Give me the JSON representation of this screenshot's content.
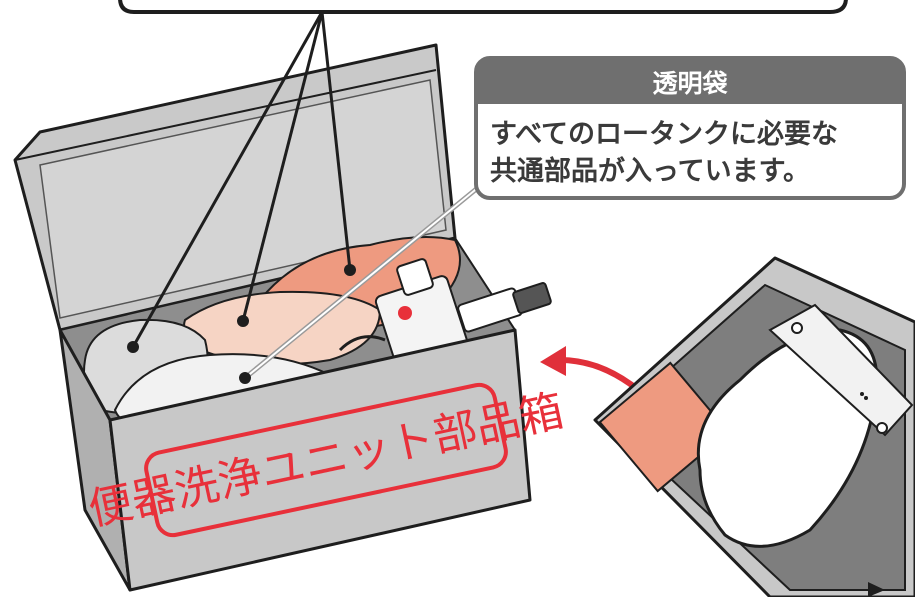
{
  "callout": {
    "title": "透明袋",
    "line1": "すべてのロータンクに必要な",
    "line2": "共通部品が入っています。"
  },
  "box": {
    "label": "便器洗浄ユニット部品箱"
  },
  "colors": {
    "box_gray": "#c8c8c8",
    "box_dark": "#9a9a9a",
    "outline": "#1e1e1e",
    "label_red": "#e8303a",
    "callout_header": "#6f6f6f",
    "salmon": "#ee9a80",
    "arrow_red": "#e0303a"
  }
}
